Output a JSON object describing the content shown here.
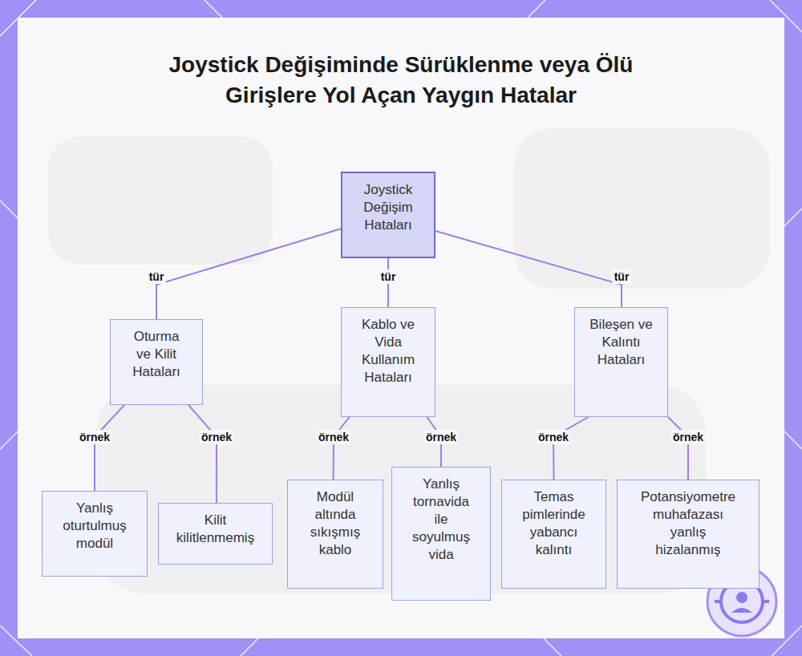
{
  "diagram": {
    "title": "Joystick Değişiminde Sürüklenme veya Ölü Girişlere Yol Açan Yaygın Hatalar",
    "nodes": [
      {
        "text": [
          "Joystick Değişim Hataları"
        ]
      },
      {
        "text": [
          "Oturma ve Kilit Hataları"
        ]
      },
      {
        "text": [
          "Kablo ve Vida Kullanım Hataları"
        ]
      },
      {
        "text": [
          "Bileşen ve Kalıntı Hataları"
        ]
      },
      {
        "text": [
          "Yanlış oturtulmuş modül"
        ]
      },
      {
        "text": [
          "Kilit kilitlenmemiş"
        ]
      },
      {
        "text": [
          "Modül altında sıkışmış kablo"
        ]
      },
      {
        "text": [
          "Yanlış tornavida ile soyulmuş vida"
        ]
      },
      {
        "text": [
          "Temas pimlerinde yabancı kalıntı"
        ]
      },
      {
        "text": [
          "Potansiyometre muhafazası yanlış hizalanmış"
        ]
      }
    ],
    "edges": [
      {
        "from": 0,
        "to": 1,
        "label": "tür",
        "arrow": "none"
      },
      {
        "from": 0,
        "to": 2,
        "label": "tür",
        "arrow": "none"
      },
      {
        "from": 0,
        "to": 3,
        "label": "tür",
        "arrow": "none"
      },
      {
        "from": 1,
        "to": 4,
        "label": "örnek",
        "arrow": "none"
      },
      {
        "from": 1,
        "to": 5,
        "label": "örnek",
        "arrow": "none"
      },
      {
        "from": 2,
        "to": 6,
        "label": "örnek",
        "arrow": "none"
      },
      {
        "from": 2,
        "to": 7,
        "label": "örnek",
        "arrow": "none"
      },
      {
        "from": 3,
        "to": 8,
        "label": "örnek",
        "arrow": "none"
      },
      {
        "from": 3,
        "to": 9,
        "label": "örnek",
        "arrow": "none"
      }
    ]
  }
}
